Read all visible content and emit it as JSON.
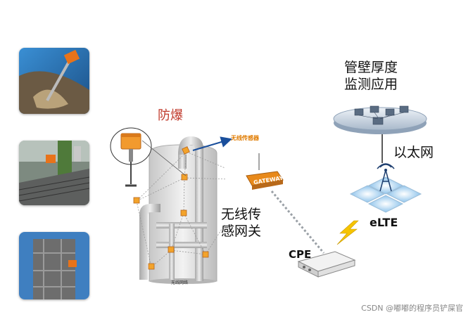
{
  "labels": {
    "explosion_proof": "防爆",
    "wireless_sensor": "无线传感器",
    "gateway": "GATEWAY",
    "wireless_gateway": "无线传\n感网关",
    "tank_caption": "无线网络",
    "app_title": "管壁厚度\n监测应用",
    "ethernet": "以太网",
    "elte": "eLTE",
    "cpe": "CPE"
  },
  "watermark": "CSDN @嘟嘟的程序员铲屎官",
  "colors": {
    "accent_red": "#c0392b",
    "sensor_orange": "#e8891a",
    "link_gray": "#9aa0a6"
  }
}
